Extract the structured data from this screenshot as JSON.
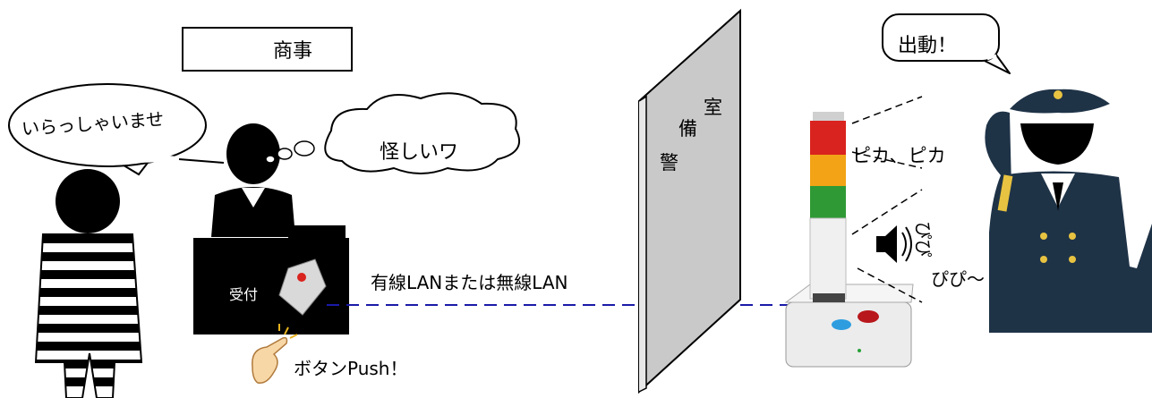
{
  "store": {
    "name": "商事"
  },
  "bubbles": {
    "customer_speech": "いらっしゃいませ",
    "clerk_thought": "怪しいワ",
    "guard_speech": "出動！"
  },
  "desk": {
    "label": "受付"
  },
  "connection": {
    "label": "有線LANまたは無線LAN"
  },
  "action": {
    "label": "ボタンPush！"
  },
  "wall": {
    "chars": [
      "警",
      "備",
      "室"
    ]
  },
  "alarm": {
    "light_text": "ピカ、ピカ",
    "sound_text": "ぴぴ～",
    "sound_vertical": "ぴぴ"
  },
  "colors": {
    "lan_line": "#1a1aa8",
    "wall": "#c9c9c9",
    "guard": "#1f3347",
    "lamp_red": "#d9231e",
    "lamp_orange": "#f2a316",
    "lamp_green": "#2f9a35"
  }
}
